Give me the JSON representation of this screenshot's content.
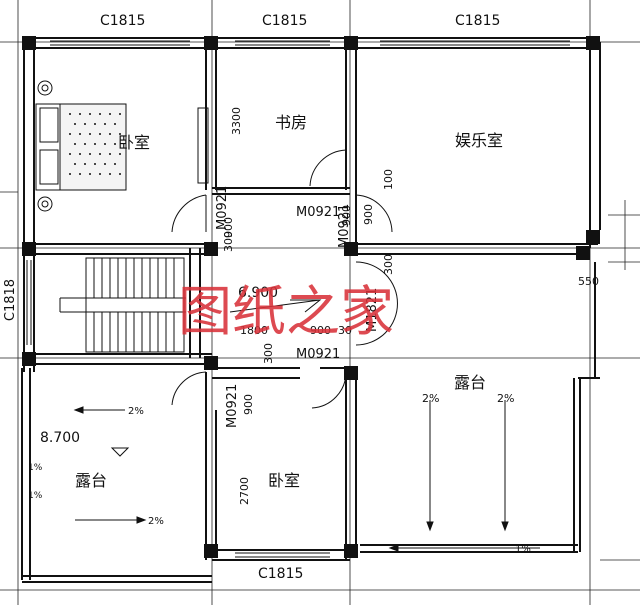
{
  "windows": {
    "top_left": "C1815",
    "top_mid": "C1815",
    "top_right": "C1815",
    "bottom": "C1815",
    "left_side": "C1818"
  },
  "rooms": {
    "bedroom_top": "卧室",
    "study": "书房",
    "entertainment": "娱乐室",
    "terrace_left": "露台",
    "bedroom_bottom": "卧室",
    "terrace_right": "露台"
  },
  "doors": {
    "d1": "M0921",
    "d2": "M0921",
    "d3": "M0921",
    "d4": "M0921",
    "d5": "M1821"
  },
  "dims": {
    "d3300": "3300",
    "d900a": "900",
    "d1800": "1800",
    "d900b": "900",
    "d300a": "30",
    "d100": "100",
    "d900c": "900",
    "d300b": "300",
    "d300c": "300",
    "d900d": "900",
    "d300d": "300",
    "d2700": "2700",
    "d900e": "900",
    "d550": "550"
  },
  "elevations": {
    "stair": "6.900",
    "terrace": "8.700"
  },
  "slopes": {
    "s1": "2%",
    "s2": "2%",
    "s3": "2%",
    "s4": "2%",
    "s5": "1%",
    "s6": "1%",
    "s7": "1%"
  },
  "watermark": "图纸之家"
}
